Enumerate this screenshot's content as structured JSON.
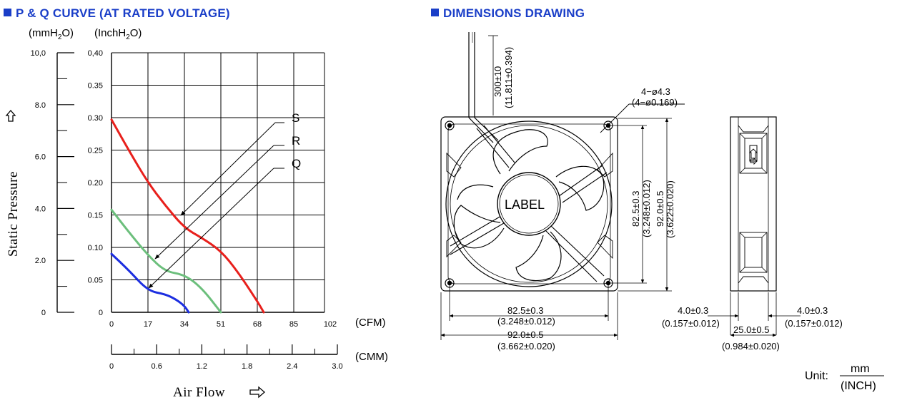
{
  "headings": {
    "pq_curve": "P & Q CURVE (AT RATED VOLTAGE)",
    "dimensions": "DIMENSIONS DRAWING"
  },
  "units": {
    "mmh2o": "(mmH",
    "mmh2o_sub": "2",
    "mmh2o_end": "O)",
    "inchh2o": "(InchH",
    "inchh2o_sub": "2",
    "inchh2o_end": "O)",
    "cfm": "(CFM)",
    "cmm": "(CMM)"
  },
  "axis_labels": {
    "y": "Static Pressure",
    "x": "Air Flow"
  },
  "chart_data": {
    "type": "line",
    "x_cfm_ticks": [
      "0",
      "17",
      "34",
      "51",
      "68",
      "85",
      "102"
    ],
    "x_cmm_ticks": [
      "0",
      "0.6",
      "1.2",
      "1.8",
      "2.4",
      "3.0"
    ],
    "y_inch_ticks": [
      "0",
      "0.05",
      "0.10",
      "0.15",
      "0.20",
      "0.25",
      "0.30",
      "0.35",
      "0,40"
    ],
    "y_mm_ticks": [
      "0",
      "2.0",
      "4.0",
      "6.0",
      "8.0",
      "10,0"
    ],
    "xlim": [
      0,
      102
    ],
    "ylim": [
      0,
      0.4
    ],
    "grid": true,
    "series": [
      {
        "name": "S",
        "color": "#e8201c",
        "x": [
          0,
          8,
          17,
          25,
          34,
          42,
          51,
          59,
          68,
          71
        ],
        "y": [
          0.297,
          0.25,
          0.2,
          0.165,
          0.13,
          0.115,
          0.095,
          0.062,
          0.017,
          0.0
        ]
      },
      {
        "name": "R",
        "color": "#6cbf7c",
        "x": [
          0,
          8,
          17,
          25,
          34,
          42,
          51
        ],
        "y": [
          0.158,
          0.124,
          0.088,
          0.063,
          0.058,
          0.038,
          0.0
        ]
      },
      {
        "name": "Q",
        "color": "#1c2ee0",
        "x": [
          0,
          8,
          17,
          25,
          30,
          34,
          36
        ],
        "y": [
          0.09,
          0.065,
          0.033,
          0.028,
          0.02,
          0.01,
          0.0
        ]
      }
    ]
  },
  "drawing": {
    "cable_len": "300±10",
    "cable_len_inch": "(11.811±0.394)",
    "holes": "4−ø4.3",
    "holes_inch": "(4−ø0.169)",
    "label": "LABEL",
    "hole_spacing_v": "82.5±0.3",
    "hole_spacing_v_inch": "(3.248±0.012)",
    "size_v": "92.0±0.5",
    "size_v_inch": "(3.622±0.020)",
    "hole_spacing_h": "82.5±0.3",
    "hole_spacing_h_inch": "(3.248±0.012)",
    "size_h": "92.0±0.5",
    "size_h_inch": "(3.662±0.020)",
    "flange_left": "4.0±0.3",
    "flange_left_inch": "(0.157±0.012)",
    "flange_right": "4.0±0.3",
    "flange_right_inch": "(0.157±0.012)",
    "depth": "25.0±0.5",
    "depth_inch": "(0.984±0.020)",
    "unit_label": "Unit:",
    "unit_num": "mm",
    "unit_den": "(INCH)"
  }
}
